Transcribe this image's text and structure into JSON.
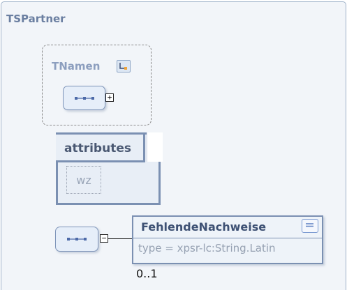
{
  "complex_type": {
    "name": "TSPartner"
  },
  "group": {
    "name": "TNamen",
    "type_icon": "type-reference-icon",
    "sequence_expander": "+"
  },
  "attributes": {
    "title": "attributes",
    "items": [
      "wz"
    ]
  },
  "sequence": {
    "expander": "−",
    "icon": "sequence-icon"
  },
  "element": {
    "name": "FehlendeNachweise",
    "type": "type = xpsr-lc:String.Latin",
    "occurrence": "0..1",
    "doc_icon": "documentation-icon"
  }
}
